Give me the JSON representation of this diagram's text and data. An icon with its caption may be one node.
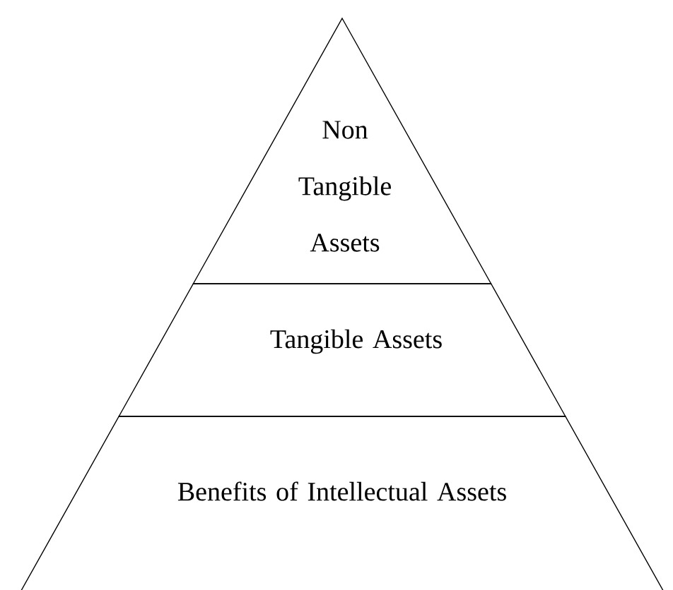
{
  "diagram": {
    "nodes": [
      {
        "text": [
          "Non Tangible Assets"
        ]
      },
      {
        "text": [
          "Tangible Assets"
        ]
      },
      {
        "text": [
          "Benefits of Intellectual Assets"
        ]
      }
    ]
  }
}
